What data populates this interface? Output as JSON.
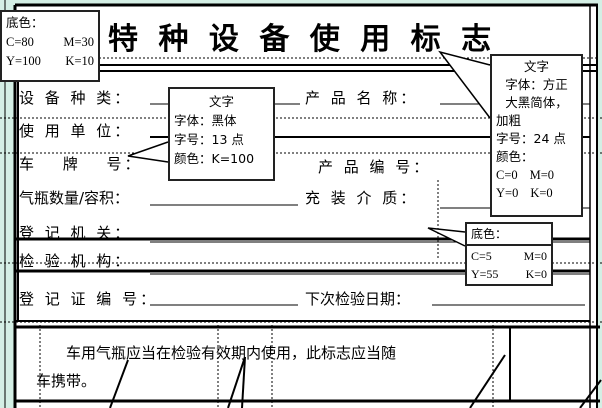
{
  "title": "特 种 设 备 使 用 标 志",
  "form": {
    "equipment_type": "设 备 种 类：",
    "product_name": "产 品 名 称：",
    "user_unit": "使 用 单 位：",
    "plate_number": "车　 牌　 号：",
    "product_number": "产 品 编 号：",
    "cylinder_qty": "气瓶数量/容积：",
    "fill_medium": "充 装 介 质：",
    "reg_authority": "登 记 机 关：",
    "inspection_agency": "检 验 机 构：",
    "reg_cert_number": "登 记 证 编 号：",
    "next_inspection_date": "下次检验日期："
  },
  "notice": {
    "line1": "车用气瓶应当在检验有效期内使用，此标志应当随",
    "line2": "车携带。"
  },
  "callouts": {
    "bg_top": {
      "label": "底色：",
      "c": "C=80",
      "m": "M=30",
      "y": "Y=100",
      "k": "K=10"
    },
    "body_text": {
      "heading": "文字",
      "font": "字体：黑体",
      "size": "字号：13 点",
      "color": "颜色：K=100"
    },
    "title_text": {
      "heading": "文字",
      "font1": "字体：方正",
      "font2": "大黑简体，",
      "bold": "加粗",
      "size": "字号：24 点",
      "color": "颜色：",
      "c": "C=0",
      "m": "M=0",
      "y": "Y=0",
      "k": "K=0"
    },
    "bg_form": {
      "label": "底色：",
      "c": "C=5",
      "m": "M=0",
      "y": "Y=55",
      "k": "K=0"
    }
  },
  "colors": {
    "background": "#d4efe5",
    "page": "#ffffff",
    "line": "#000000"
  }
}
